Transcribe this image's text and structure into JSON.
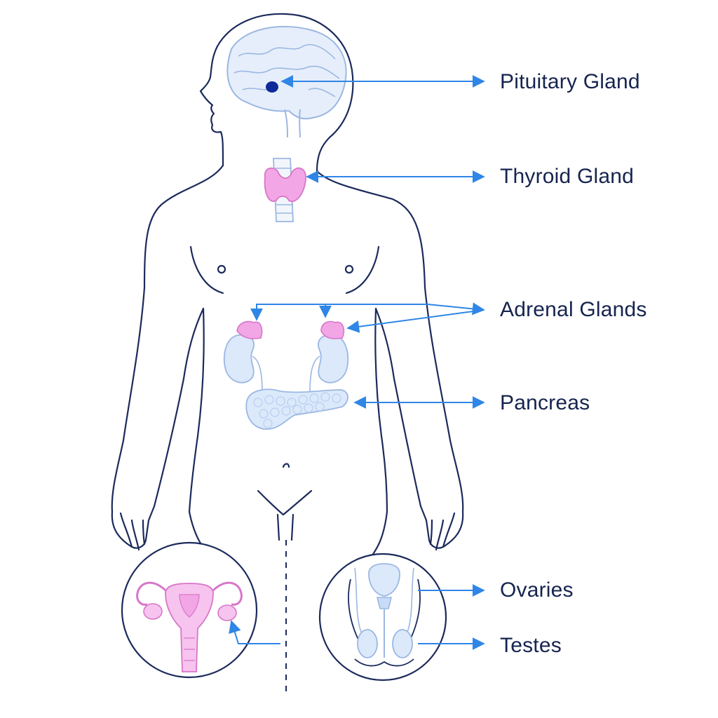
{
  "labels": {
    "pituitary": "Pituitary Gland",
    "thyroid": "Thyroid Gland",
    "adrenal": "Adrenal Glands",
    "pancreas": "Pancreas",
    "ovaries": "Ovaries",
    "testes": "Testes"
  },
  "colors": {
    "outline": "#1c2a5c",
    "arrow": "#2f86e6",
    "gland_pink": "#f2a6e6",
    "gland_pink_stroke": "#d876c8",
    "organ_blue": "#dce9fb",
    "organ_blue_stroke": "#9bb7e2",
    "pituitary": "#0d2a9a",
    "label_text": "#16244f"
  }
}
